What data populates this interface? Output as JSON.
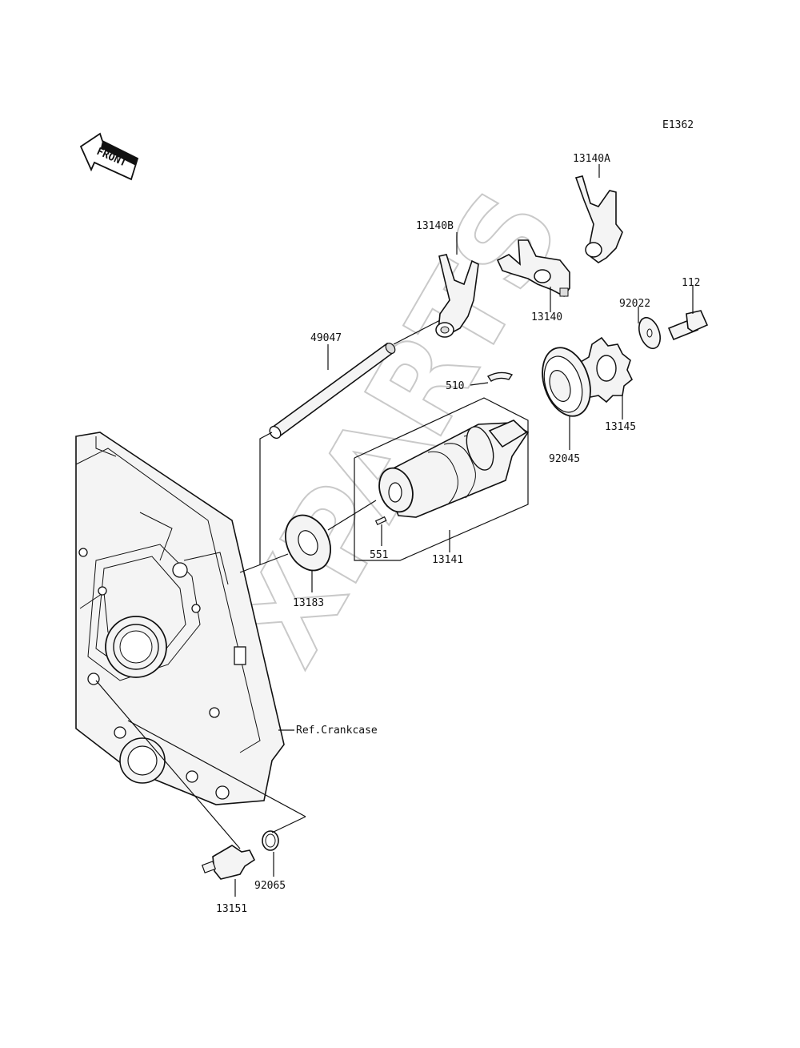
{
  "diagram_id": "E1362",
  "watermark": "XPARTS",
  "direction": "FRONT",
  "parts": {
    "p13140A": "13140A",
    "p13140B": "13140B",
    "p13140": "13140",
    "p112": "112",
    "p92022": "92022",
    "p49047": "49047",
    "p510": "510",
    "p13145": "13145",
    "p92045": "92045",
    "p551": "551",
    "p13141": "13141",
    "p13183": "13183",
    "p92065": "92065",
    "p13151": "13151"
  },
  "reference": "Ref.Crankcase"
}
